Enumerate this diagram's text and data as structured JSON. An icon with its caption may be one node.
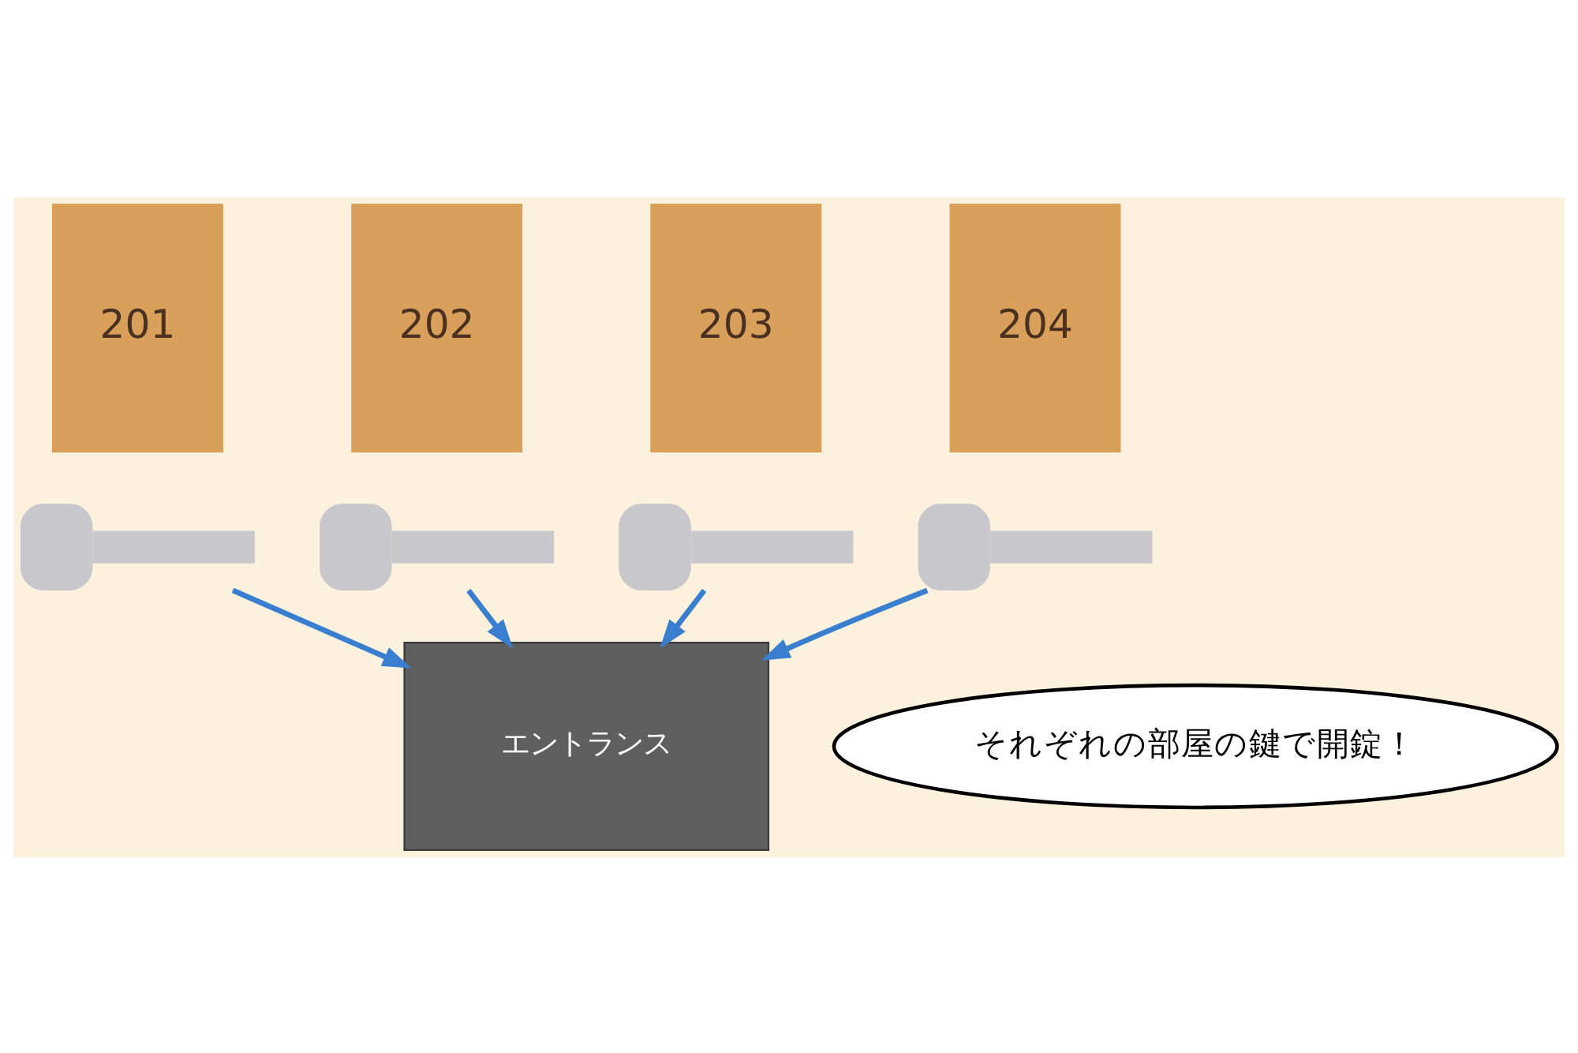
{
  "diagram": {
    "nodes": [
      {
        "text": [
          "201"
        ]
      },
      {
        "text": [
          "202"
        ]
      },
      {
        "text": [
          "203"
        ]
      },
      {
        "text": [
          "204"
        ]
      },
      {
        "text": [],
        "shape": "key"
      },
      {
        "text": [],
        "shape": "key"
      },
      {
        "text": [],
        "shape": "key"
      },
      {
        "text": [],
        "shape": "key"
      },
      {
        "text": [
          "エントランス"
        ]
      },
      {
        "text": [
          "それぞれの部屋の鍵で開錠！"
        ]
      }
    ],
    "edges": [
      {
        "from": 4,
        "to": 8,
        "arrow": "to"
      },
      {
        "from": 5,
        "to": 8,
        "arrow": "to"
      },
      {
        "from": 6,
        "to": 8,
        "arrow": "to"
      },
      {
        "from": 7,
        "to": 8,
        "arrow": "to"
      }
    ]
  }
}
